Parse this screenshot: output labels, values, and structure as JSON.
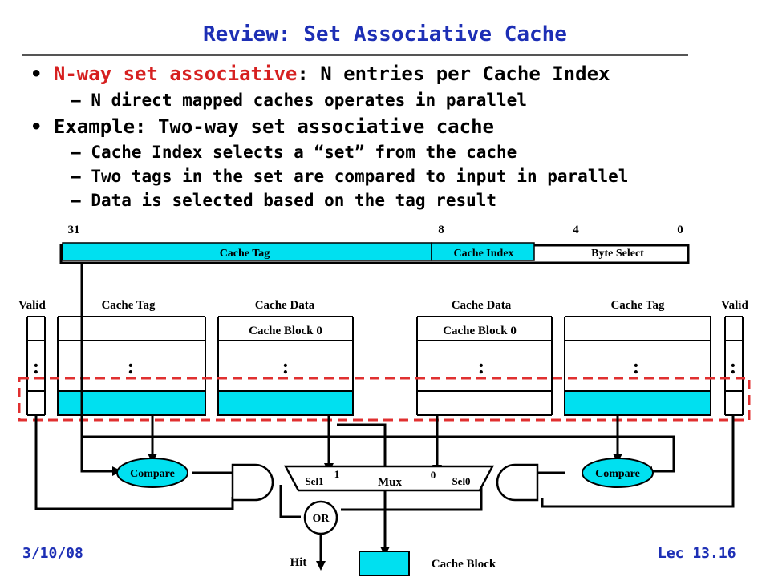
{
  "title": "Review: Set Associative Cache",
  "bullets": [
    {
      "level": 1,
      "prefix": "•",
      "emph": "N-way set associative",
      "text": ": N entries per Cache Index"
    },
    {
      "level": 2,
      "prefix": "–",
      "text": "N direct mapped caches operates in parallel"
    },
    {
      "level": 1,
      "prefix": "•",
      "text": "Example: Two-way set associative cache"
    },
    {
      "level": 2,
      "prefix": "–",
      "text": "Cache Index selects a “set” from the cache"
    },
    {
      "level": 2,
      "prefix": "–",
      "text": "Two tags in the set are compared to input in parallel"
    },
    {
      "level": 2,
      "prefix": "–",
      "text": "Data is selected based on the tag result"
    }
  ],
  "address": {
    "bits": [
      "31",
      "8",
      "4",
      "0"
    ],
    "fields": [
      "Cache Tag",
      "Cache Index",
      "Byte Select"
    ]
  },
  "left_way": {
    "valid": "Valid",
    "tag": "Cache Tag",
    "data": "Cache Data",
    "block0": "Cache Block 0"
  },
  "right_way": {
    "data": "Cache Data",
    "block0": "Cache Block 0",
    "tag": "Cache Tag",
    "valid": "Valid"
  },
  "ellipsis": ":",
  "logic": {
    "compare_left": "Compare",
    "compare_right": "Compare",
    "mux": "Mux",
    "sel1": "Sel1",
    "sel0": "Sel0",
    "one": "1",
    "zero": "0",
    "or": "OR",
    "hit": "Hit",
    "cache_block": "Cache Block"
  },
  "footer": {
    "date": "3/10/08",
    "lecture": "Lec 13.16"
  },
  "colors": {
    "title": "#1d2fb5",
    "highlight": "#00e0f0",
    "emphasis": "#d62020",
    "set_outline": "#e03030"
  }
}
